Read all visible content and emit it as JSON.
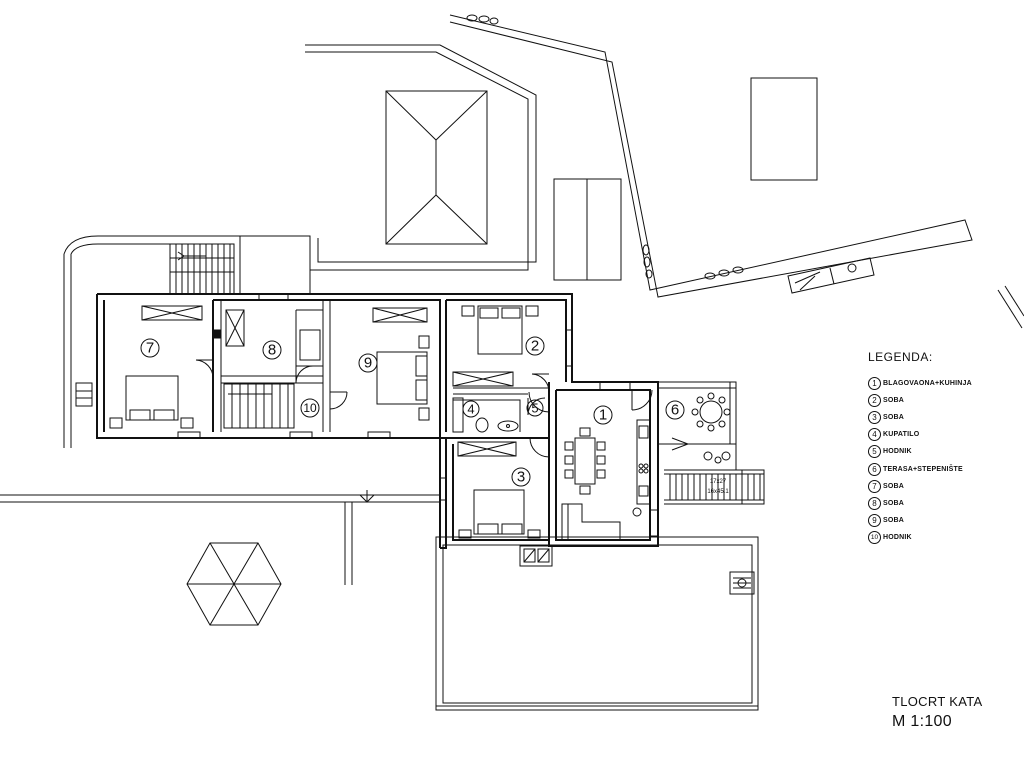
{
  "rooms": {
    "r1": "1",
    "r2": "2",
    "r3": "3",
    "r4": "4",
    "r5": "5",
    "r6": "6",
    "r7": "7",
    "r8": "8",
    "r9": "9",
    "r10": "10"
  },
  "stair_labels": {
    "rise": "17x27",
    "count": "16x45.1"
  },
  "legend": {
    "title": "LEGENDA:",
    "items": [
      {
        "num": "1",
        "label": "BLAGOVAONA+KUHINJA"
      },
      {
        "num": "2",
        "label": "SOBA"
      },
      {
        "num": "3",
        "label": "SOBA"
      },
      {
        "num": "4",
        "label": "KUPATILO"
      },
      {
        "num": "5",
        "label": "HODNIK"
      },
      {
        "num": "6",
        "label": "TERASA+STEPENIŠTE"
      },
      {
        "num": "7",
        "label": "SOBA"
      },
      {
        "num": "8",
        "label": "SOBA"
      },
      {
        "num": "9",
        "label": "SOBA"
      },
      {
        "num": "10",
        "label": "HODNIK"
      }
    ]
  },
  "sheet": {
    "title": "TLOCRT KATA",
    "scale": "M 1:100"
  }
}
